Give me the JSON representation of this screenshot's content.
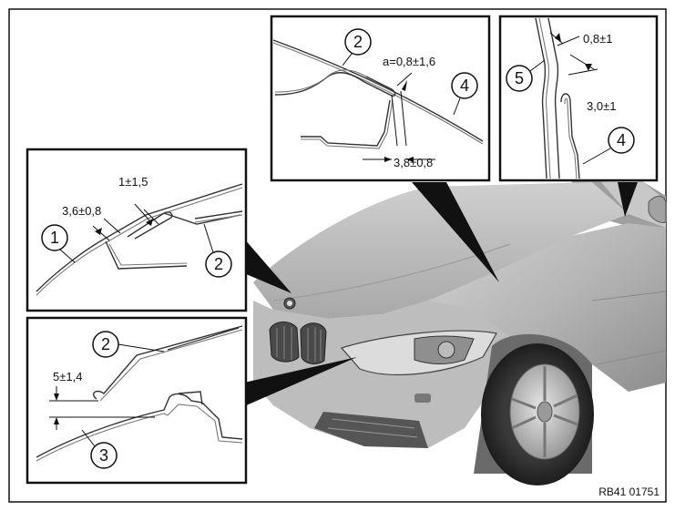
{
  "figure_ref": "RB41 01751",
  "callouts": {
    "top_center": {
      "part_a": "2",
      "part_b": "4",
      "gap": "a=0,8±1,6",
      "offset": "3,8±0,8"
    },
    "top_right": {
      "part_a": "5",
      "part_b": "4",
      "gap": "0,8±1",
      "offset": "3,0±1"
    },
    "left_upper": {
      "part_a": "1",
      "part_b": "2",
      "gap": "1±1,5",
      "offset": "3,6±0,8"
    },
    "left_lower": {
      "part_a": "2",
      "part_b": "3",
      "gap": "5±1,4"
    }
  },
  "colors": {
    "frame": "#111111",
    "car_body": "#b9b9b9",
    "car_shadow": "#7d7d7d",
    "panel_bg": "#ffffff"
  }
}
